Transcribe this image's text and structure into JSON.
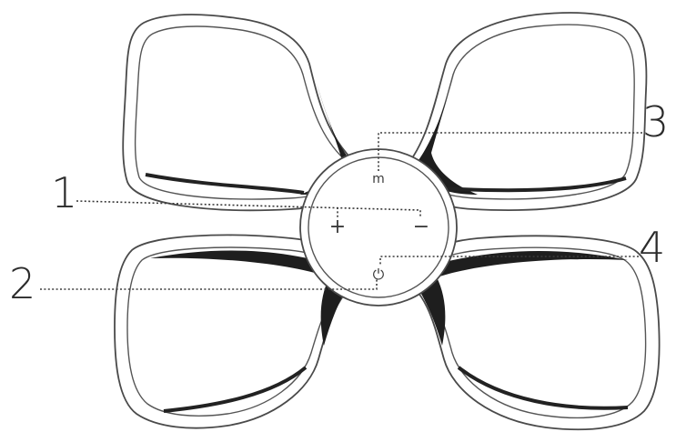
{
  "callouts": [
    {
      "id": "1",
      "label": "1",
      "target": "plus-minus-buttons"
    },
    {
      "id": "2",
      "label": "2",
      "target": "power-button"
    },
    {
      "id": "3",
      "label": "3",
      "target": "mode-button"
    },
    {
      "id": "4",
      "label": "4",
      "target": "power-indicator"
    }
  ],
  "controls": {
    "plus": "+",
    "minus": "−",
    "mode": "m",
    "power": "⏻"
  },
  "colors": {
    "outline": "#3a3a3a",
    "shadow": "#222222",
    "background": "#ffffff"
  },
  "icons": {
    "power": "power-icon",
    "mode": "mode-icon",
    "plus": "plus-icon",
    "minus": "minus-icon"
  }
}
